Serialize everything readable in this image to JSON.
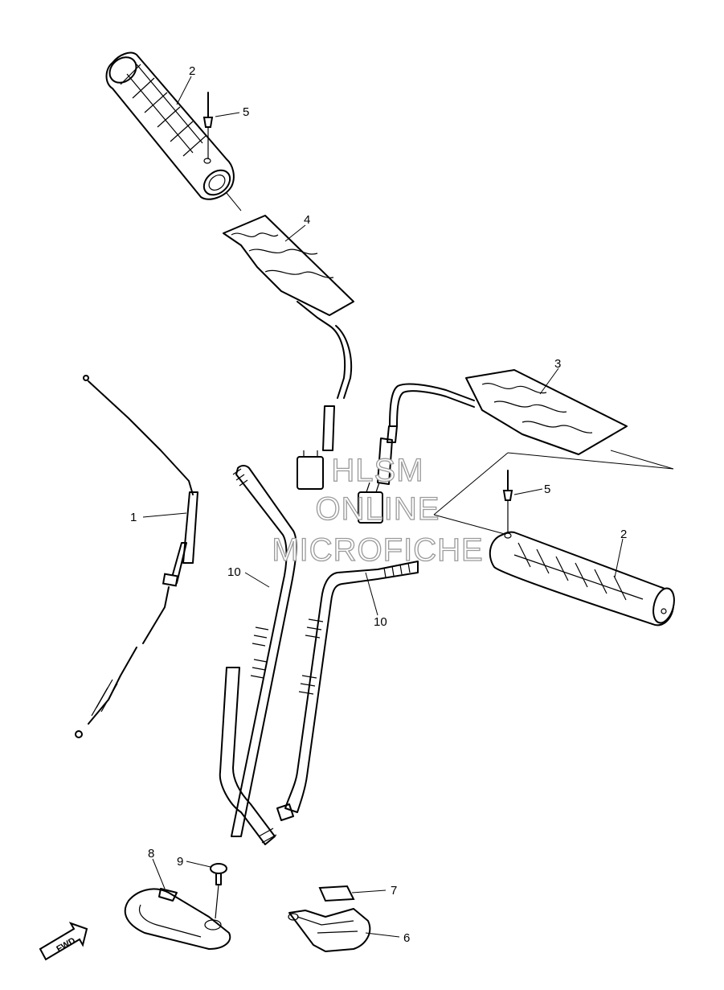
{
  "callouts": [
    {
      "id": "c1",
      "label": "1",
      "part": "throttle-cable"
    },
    {
      "id": "c2a",
      "label": "2",
      "part": "grip-left"
    },
    {
      "id": "c2b",
      "label": "2",
      "part": "grip-right"
    },
    {
      "id": "c3",
      "label": "3",
      "part": "grip-heater-right"
    },
    {
      "id": "c4",
      "label": "4",
      "part": "grip-heater-left"
    },
    {
      "id": "c5a",
      "label": "5",
      "part": "rivet-left"
    },
    {
      "id": "c5b",
      "label": "5",
      "part": "rivet-right"
    },
    {
      "id": "c6",
      "label": "6",
      "part": "base"
    },
    {
      "id": "c7",
      "label": "7",
      "part": "pad"
    },
    {
      "id": "c8",
      "label": "8",
      "part": "handlebar-cover"
    },
    {
      "id": "c9",
      "label": "9",
      "part": "screw"
    },
    {
      "id": "c10a",
      "label": "10",
      "part": "handlebar-left"
    },
    {
      "id": "c10b",
      "label": "10",
      "part": "handlebar-right"
    }
  ],
  "watermark": {
    "line1": "HLSM",
    "line2": "ONLINE",
    "line3": "MICROFICHE"
  },
  "fwd_label": "FWD"
}
